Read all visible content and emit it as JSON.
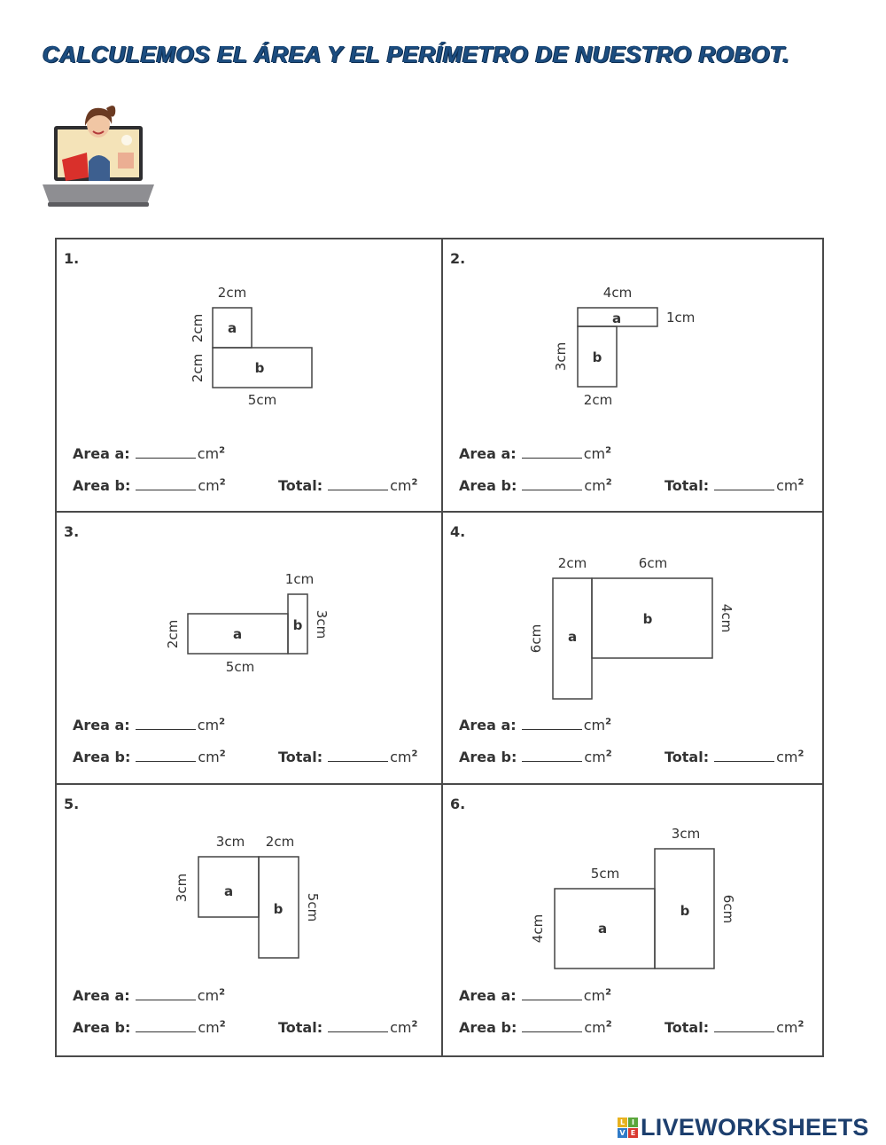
{
  "header": {
    "title": "CALCULEMOS EL ÁREA Y EL PERÍMETRO DE NUESTRO ROBOT."
  },
  "avatar": {
    "icon": "teacher-bitmoji-laptop-icon"
  },
  "labels": {
    "area_a": "Area a:",
    "area_b": "Area b:",
    "total": "Total:",
    "unit": "cm",
    "unit_exp": "2"
  },
  "exercises": [
    {
      "number": "1.",
      "shape_a": "a",
      "shape_b": "b",
      "dims": {
        "a_top": "2cm",
        "a_left": "2cm",
        "b_left": "2cm",
        "b_bottom": "5cm"
      }
    },
    {
      "number": "2.",
      "shape_a": "a",
      "shape_b": "b",
      "dims": {
        "a_top": "4cm",
        "a_right": "1cm",
        "b_left": "3cm",
        "b_bottom": "2cm"
      }
    },
    {
      "number": "3.",
      "shape_a": "a",
      "shape_b": "b",
      "dims": {
        "b_top": "1cm",
        "a_left": "2cm",
        "a_bottom": "5cm",
        "b_right": "3cm"
      }
    },
    {
      "number": "4.",
      "shape_a": "a",
      "shape_b": "b",
      "dims": {
        "a_top": "2cm",
        "b_top": "6cm",
        "a_left": "6cm",
        "b_right": "4cm"
      }
    },
    {
      "number": "5.",
      "shape_a": "a",
      "shape_b": "b",
      "dims": {
        "a_top": "3cm",
        "b_top": "2cm",
        "a_left": "3cm",
        "b_right": "5cm"
      }
    },
    {
      "number": "6.",
      "shape_a": "a",
      "shape_b": "b",
      "dims": {
        "a_top": "5cm",
        "b_top": "3cm",
        "a_left": "4cm",
        "b_right": "6cm"
      }
    }
  ],
  "footer": {
    "logo_tiles": [
      "L",
      "I",
      "V",
      "E"
    ],
    "logo_tile_colors": [
      "#e8b21f",
      "#5aa63b",
      "#2f7bc8",
      "#d9382f"
    ],
    "logo_text": "LIVEWORKSHEETS"
  }
}
